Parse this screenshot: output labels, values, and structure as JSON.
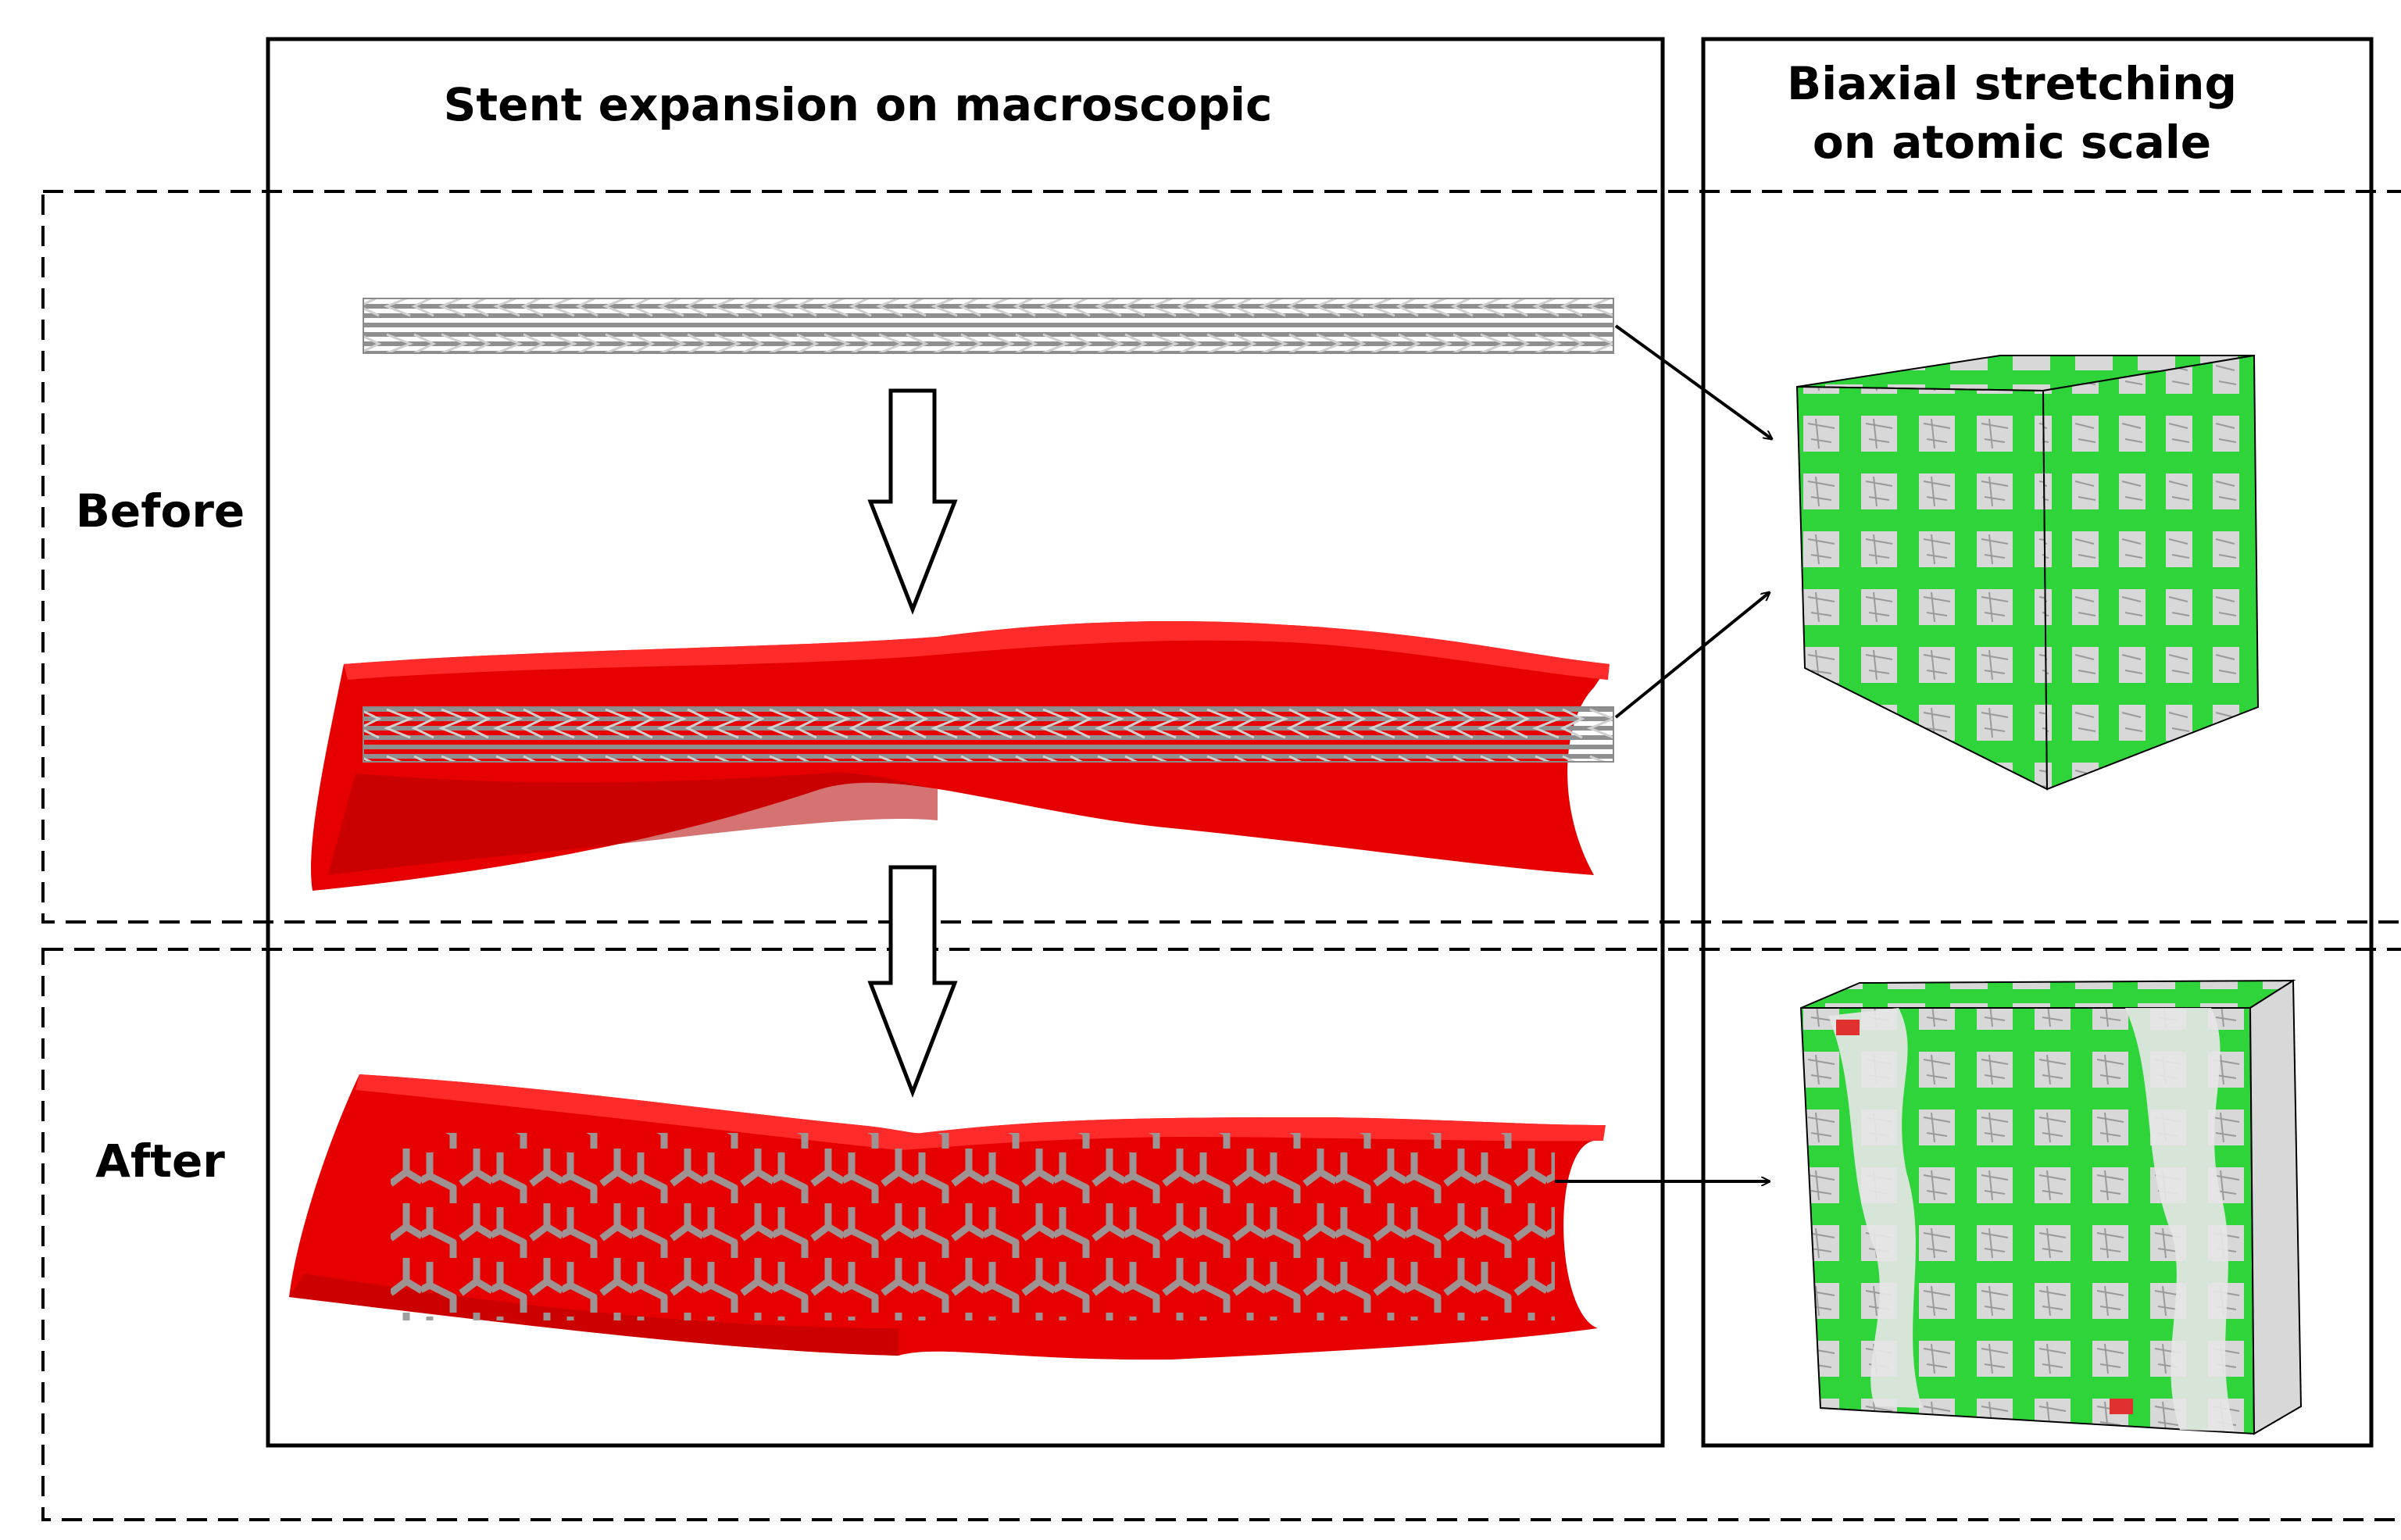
{
  "headers": {
    "left": "Stent expansion on macroscopic",
    "right_line1": "Biaxial stretching",
    "right_line2": "on atomic scale"
  },
  "rows": {
    "before": "Before",
    "after": "After"
  },
  "colors": {
    "vessel": "#e60000",
    "vessel_dark": "#b30000",
    "stent": "#8a8a8a",
    "atomic_green": "#2fd43a",
    "atomic_void": "#d8d8d8",
    "defect_red": "#e03030"
  }
}
